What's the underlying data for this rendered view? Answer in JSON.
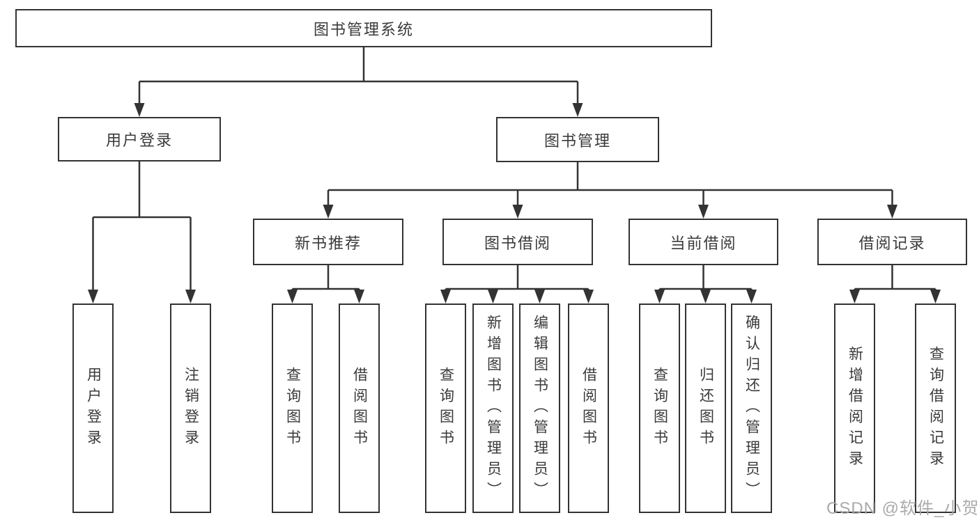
{
  "diagram": {
    "root": {
      "label": "图书管理系统"
    },
    "branches": [
      {
        "label": "用户登录",
        "children": [
          "用户登录",
          "注销登录"
        ]
      },
      {
        "label": "图书管理",
        "sections": [
          {
            "label": "新书推荐",
            "children": [
              "查询图书",
              "借阅图书"
            ]
          },
          {
            "label": "图书借阅",
            "children": [
              "查询图书",
              "新增图书（管理员）",
              "编辑图书（管理员）",
              "借阅图书"
            ]
          },
          {
            "label": "当前借阅",
            "children": [
              "查询图书",
              "归还图书",
              "确认归还（管理员）"
            ]
          },
          {
            "label": "借阅记录",
            "children": [
              "新增借阅记录",
              "查询借阅记录"
            ]
          }
        ]
      }
    ],
    "watermark": "CSDN @软件_小贺同学"
  },
  "colors": {
    "line": "#333333",
    "text": "#3a3a3a",
    "box_background": "#ffffff",
    "watermark": "#a5a5a5",
    "page_background": "#ffffff"
  }
}
